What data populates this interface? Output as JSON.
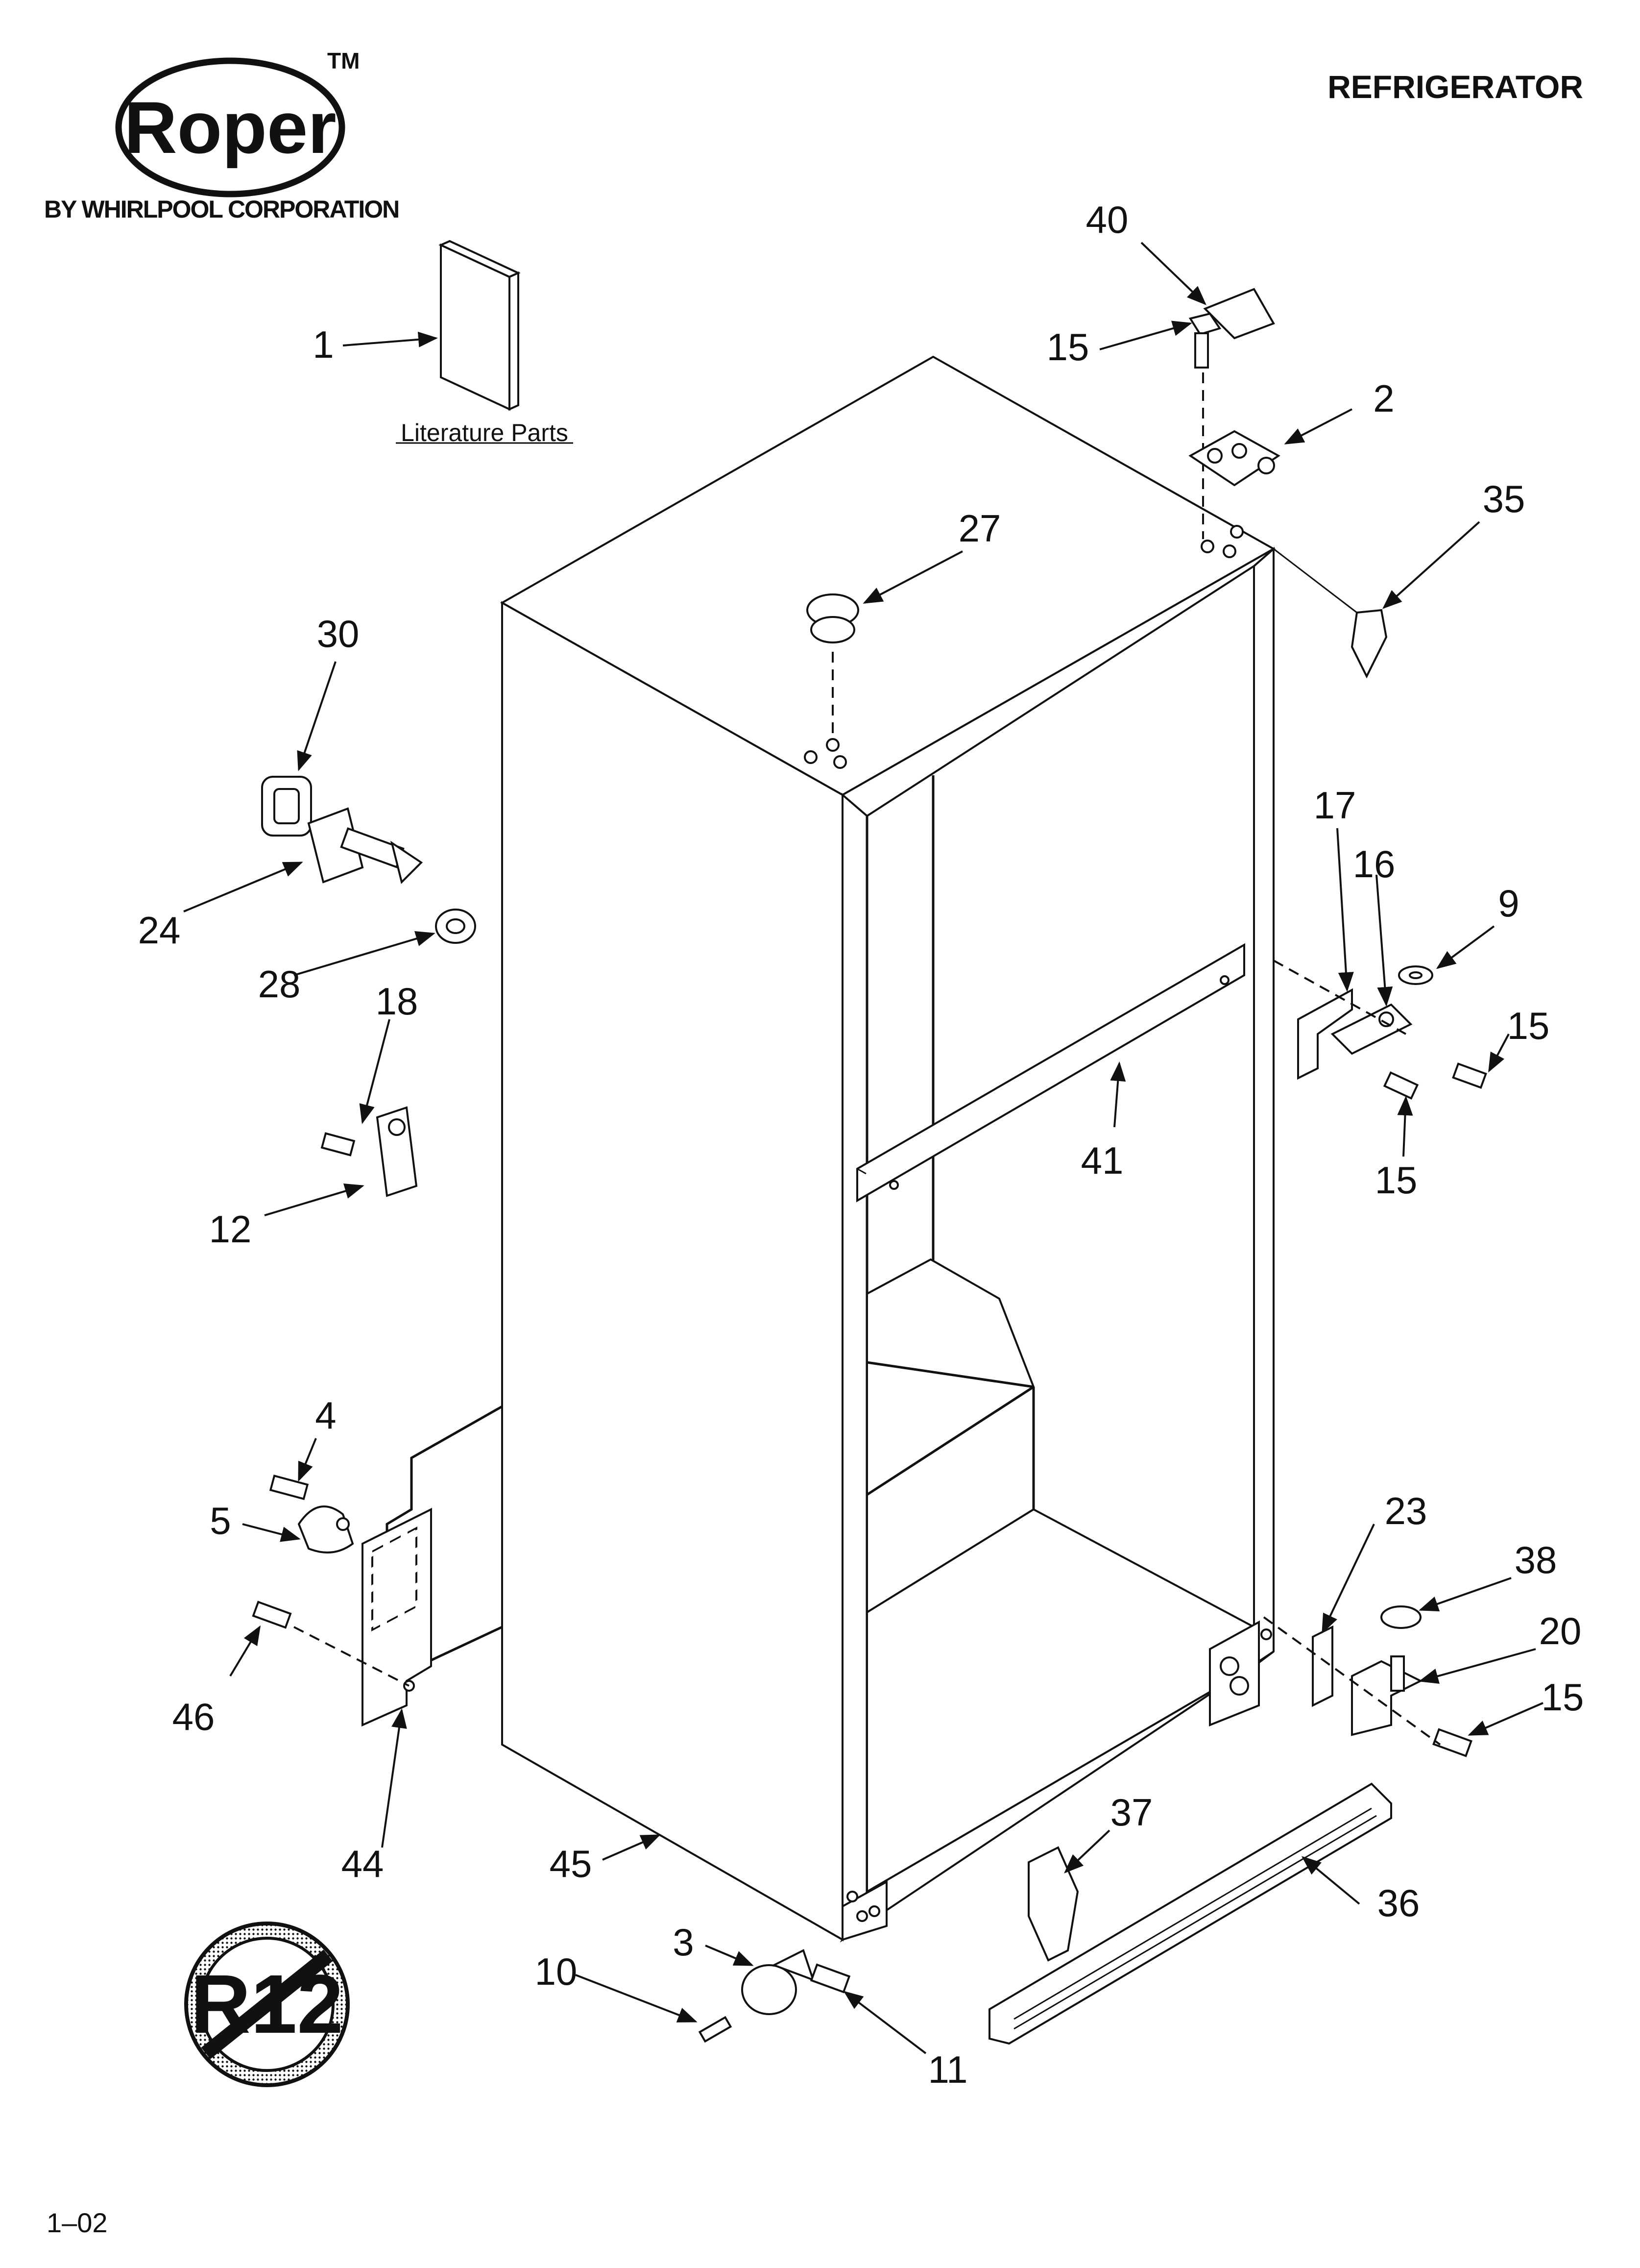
{
  "brand": {
    "logo_text": "Roper",
    "trademark": "TM",
    "subtitle": "BY WHIRLPOOL CORPORATION"
  },
  "title": "REFRIGERATOR",
  "literature_label": "Literature Parts",
  "footer_code": "1–02",
  "no_r12_badge_text": "R12",
  "callouts": [
    "1",
    "40",
    "15",
    "2",
    "35",
    "27",
    "30",
    "24",
    "28",
    "18",
    "12",
    "17",
    "16",
    "9",
    "15",
    "41",
    "15",
    "4",
    "5",
    "46",
    "44",
    "23",
    "38",
    "20",
    "15",
    "37",
    "36",
    "45",
    "3",
    "10",
    "11"
  ]
}
